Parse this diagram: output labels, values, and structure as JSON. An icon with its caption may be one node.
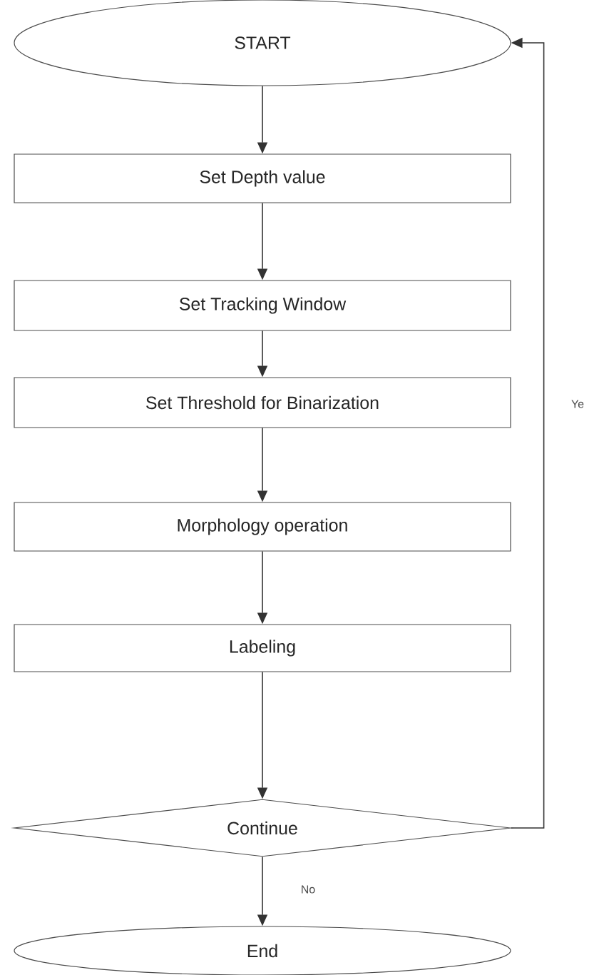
{
  "diagram": {
    "nodes": [
      {
        "text": [
          "START"
        ]
      },
      {
        "text": [
          "Set Depth value"
        ]
      },
      {
        "text": [
          "Set Tracking Window"
        ]
      },
      {
        "text": [
          "Set Threshold for Binarization"
        ]
      },
      {
        "text": [
          "Morphology operation"
        ]
      },
      {
        "text": [
          "Labeling"
        ]
      },
      {
        "text": [
          "Continue"
        ]
      },
      {
        "text": [
          "End"
        ]
      }
    ],
    "edges": [
      {
        "from": 0,
        "to": 1,
        "arrow": "to"
      },
      {
        "from": 1,
        "to": 2,
        "arrow": "to"
      },
      {
        "from": 2,
        "to": 3,
        "arrow": "to"
      },
      {
        "from": 3,
        "to": 4,
        "arrow": "to"
      },
      {
        "from": 4,
        "to": 5,
        "arrow": "to"
      },
      {
        "from": 5,
        "to": 6,
        "arrow": "to"
      },
      {
        "from": 6,
        "to": 7,
        "arrow": "to",
        "label": "No"
      },
      {
        "from": 6,
        "to": 0,
        "arrow": "to",
        "label": "Ye"
      }
    ]
  }
}
